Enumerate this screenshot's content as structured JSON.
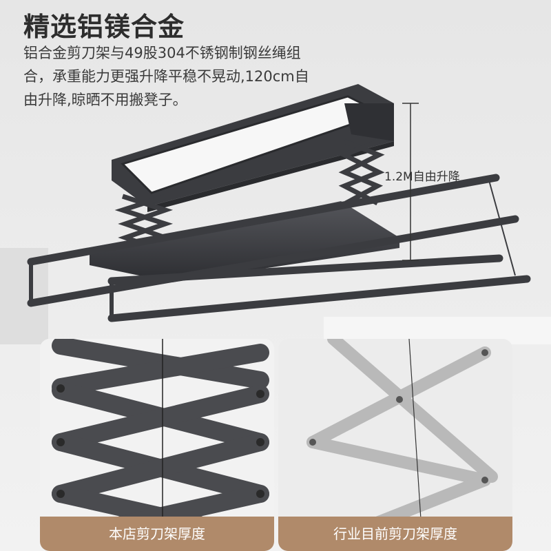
{
  "heading": {
    "title": "精选铝镁合金",
    "line1": "铝合金剪刀架与49股304不锈钢制钢丝绳组",
    "line2": "合，承重能力更强升降平稳不晃动,120cm自",
    "line3": "由升降,晾晒不用搬凳子。"
  },
  "product": {
    "height_label": "1.2M自由升降"
  },
  "comparison": {
    "left_caption": "本店剪刀架厚度",
    "right_caption": "行业目前剪刀架厚度"
  },
  "colors": {
    "rack_dark": "#3b3c40",
    "caption_bg": "#b08a6a",
    "aluminum_light": "#b9b9b9"
  }
}
